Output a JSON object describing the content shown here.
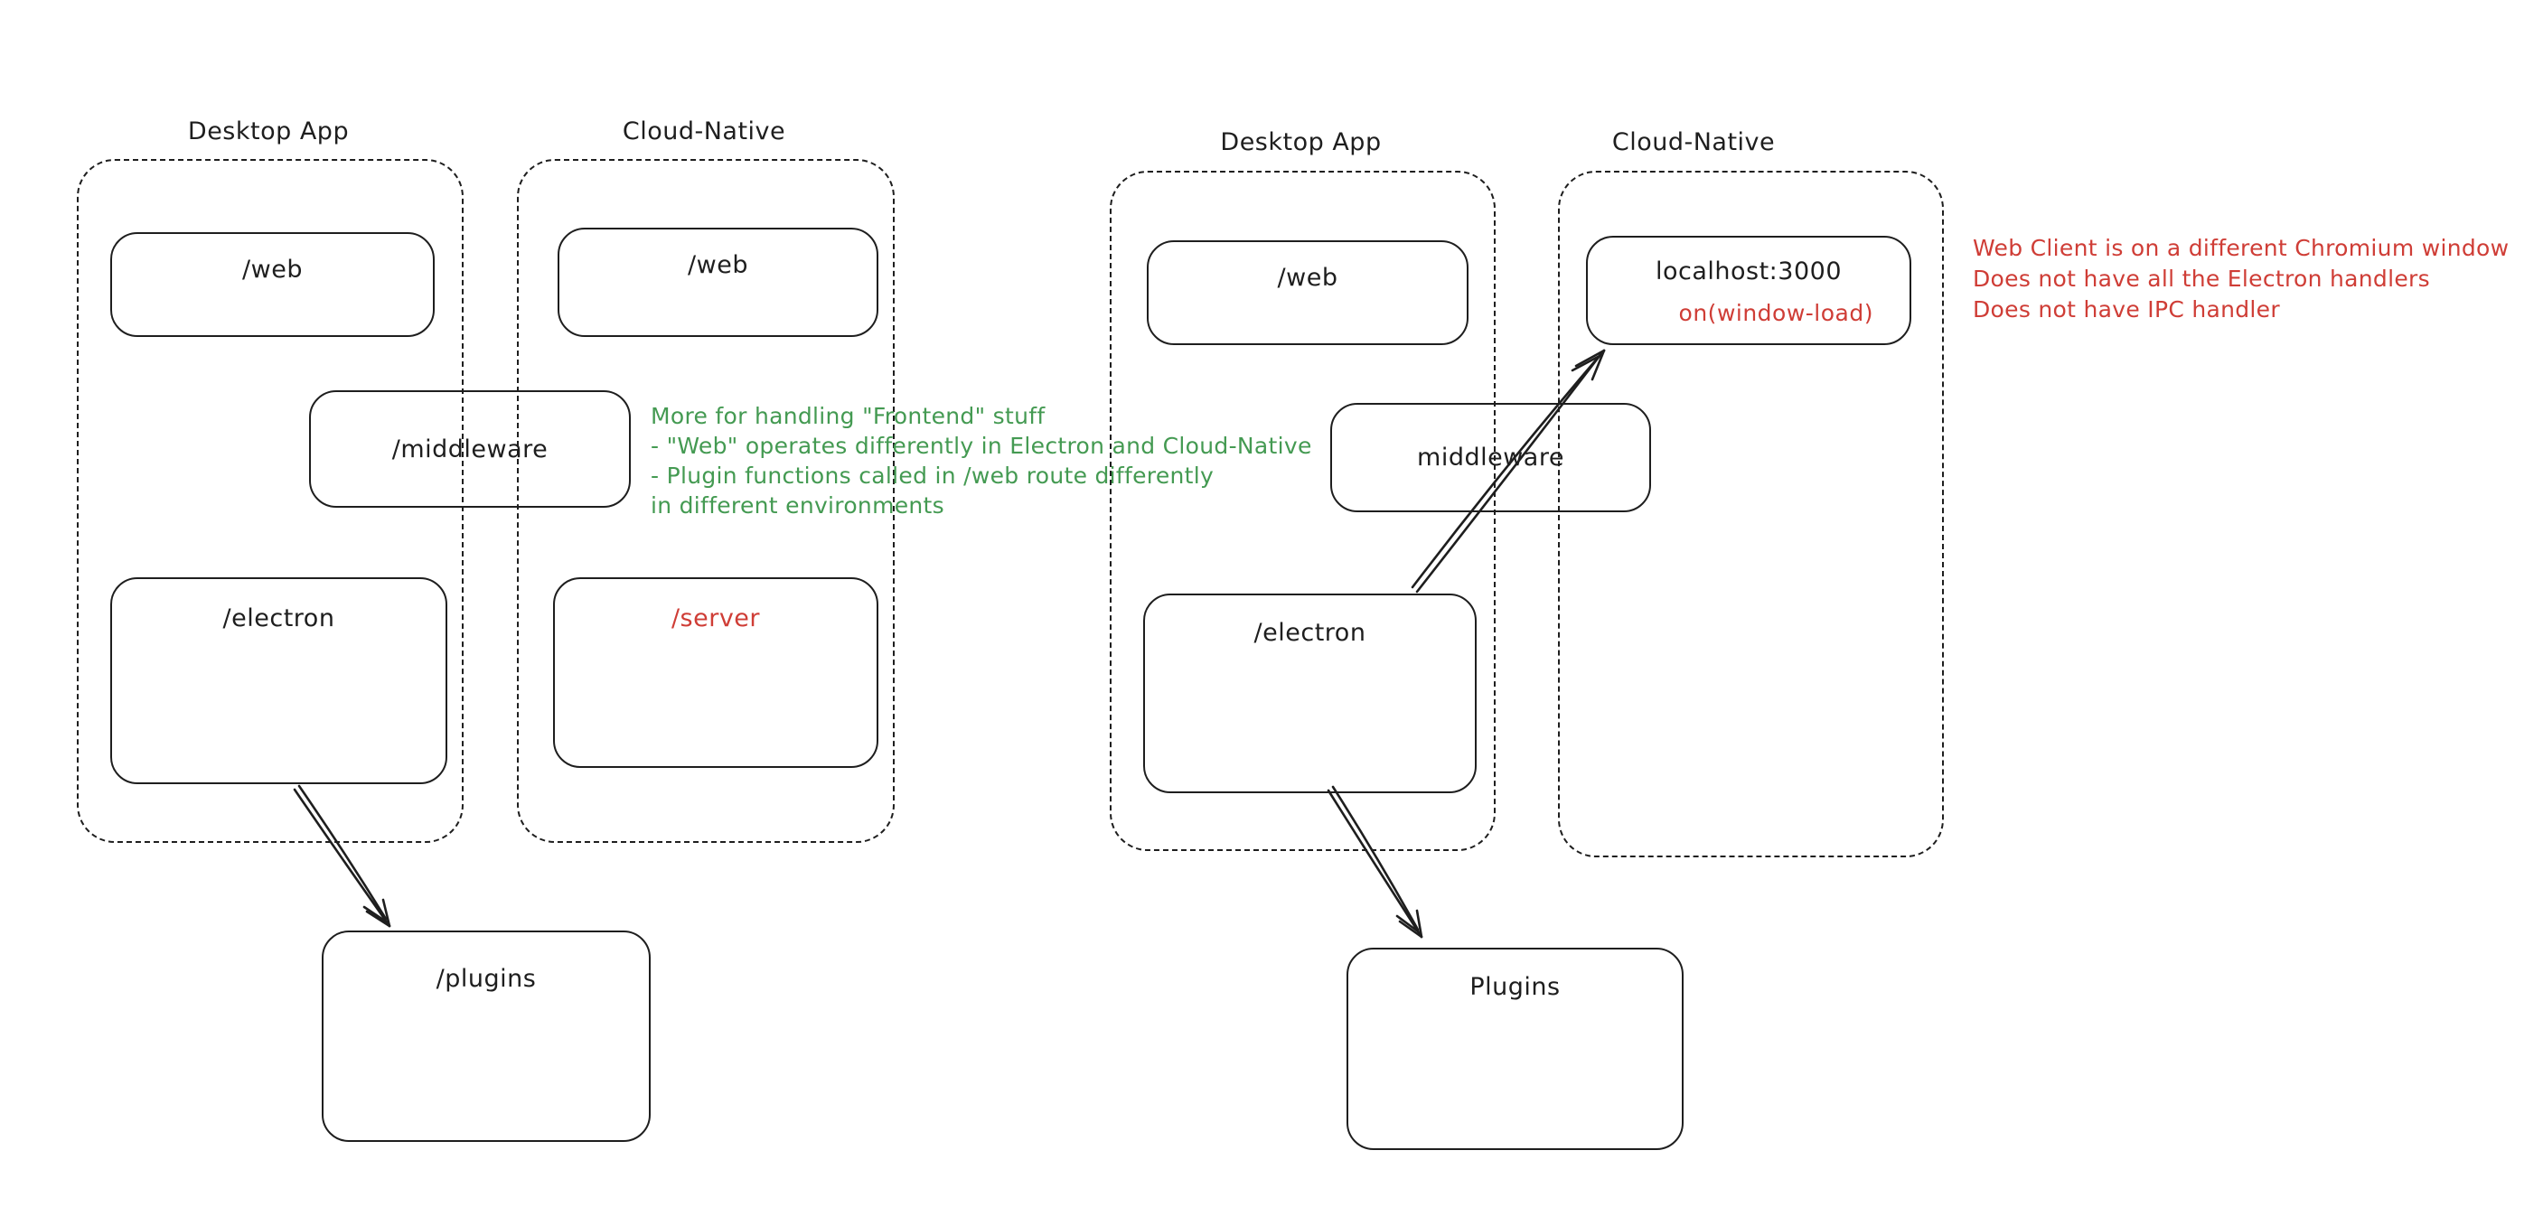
{
  "colors": {
    "background": "#ffffff",
    "stroke": "#1e1e1e",
    "green": "#449a52",
    "red": "#cf3d36"
  },
  "left": {
    "desktop_label": "Desktop App",
    "cloud_label": "Cloud-Native",
    "web_desktop_label": "/web",
    "web_cloud_label": "/web",
    "middleware_label": "/middleware",
    "electron_label": "/electron",
    "server_label": "/server",
    "plugins_label": "/plugins",
    "note": {
      "line1": "More for handling \"Frontend\" stuff",
      "line2": "- \"Web\" operates differently in Electron and Cloud-Native",
      "line3": "- Plugin functions called in /web route differently",
      "line4": "in different environments"
    }
  },
  "right": {
    "desktop_label": "Desktop App",
    "cloud_label": "Cloud-Native",
    "web_label": "/web",
    "middleware_label": "middleware",
    "electron_label": "/electron",
    "localhost_label": "localhost:3000",
    "window_load_label": "on(window-load)",
    "plugins_label": "Plugins",
    "note": {
      "line1": "Web Client is on a different Chromium window",
      "line2": "Does not have all the Electron handlers",
      "line3": "Does not have IPC handler"
    }
  }
}
